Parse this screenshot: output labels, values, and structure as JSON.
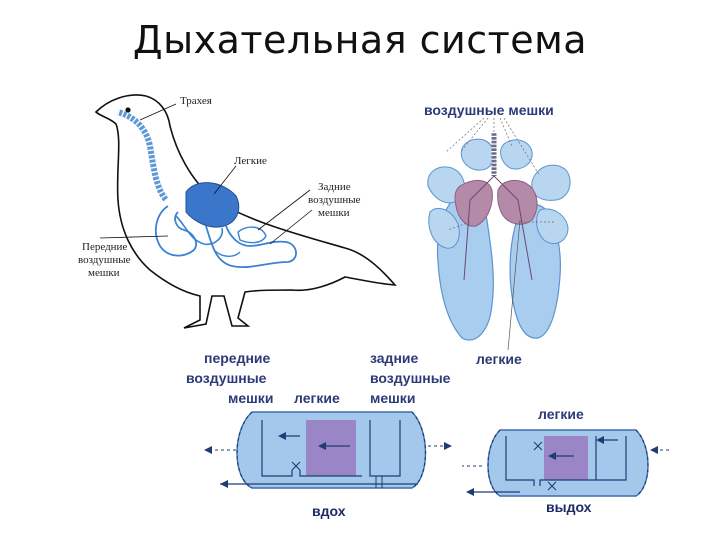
{
  "title": "Дыхательная система",
  "bird": {
    "trachea": "Трахея",
    "lungs": "Легкие",
    "posterior_sacs": [
      "Задние",
      "воздушные",
      "мешки"
    ],
    "anterior_sacs": [
      "Передние",
      "воздушные",
      "мешки"
    ]
  },
  "anatomy": {
    "caption": "воздушные мешки"
  },
  "scheme": {
    "front_sacs": [
      "передние",
      "воздушные",
      "мешки"
    ],
    "lungs_inline": "легкие",
    "rear_sacs": [
      "задние",
      "воздушные",
      "мешки"
    ],
    "lungs_top": "легкие",
    "lungs_right": "легкие",
    "inhale": "вдох",
    "exhale": "выдох"
  },
  "colors": {
    "blue": "#6fa8dc",
    "blue_light": "#a9cdef",
    "lung": "#3a76c9",
    "purple": "#9a86c6",
    "pink": "#b58aa8"
  }
}
